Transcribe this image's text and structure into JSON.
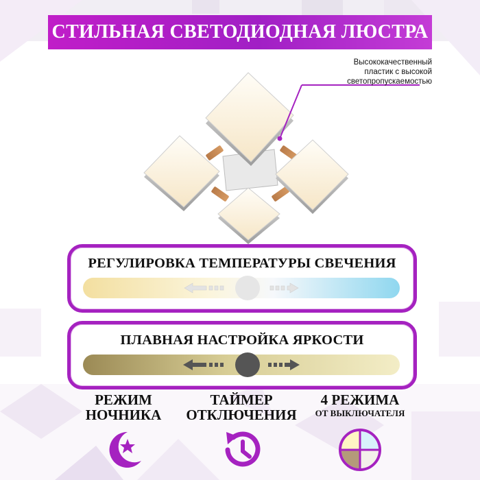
{
  "header": {
    "title": "СТИЛЬНАЯ СВЕТОДИОДНАЯ ЛЮСТРА"
  },
  "callout": {
    "lines": [
      "Высококачественный",
      "пластик с высокой",
      "светопропускаемостью"
    ]
  },
  "temperature_panel": {
    "title": "РЕГУЛИРОВКА ТЕМПЕРАТУРЫ СВЕЧЕНИЯ",
    "colors": {
      "warm": "#f3dfa0",
      "neutral": "#f6f8fb",
      "cool": "#8fd7ef"
    }
  },
  "brightness_panel": {
    "title": "ПЛАВНАЯ НАСТРОЙКА ЯРКОСТИ",
    "colors": {
      "dark": "#9b8a55",
      "light": "#f3edc6"
    }
  },
  "features": [
    {
      "line1": "РЕЖИМ",
      "line2": "НОЧНИКА",
      "icon": "moon-star-icon"
    },
    {
      "line1": "ТАЙМЕР",
      "line2": "ОТКЛЮЧЕНИЯ",
      "icon": "timer-clock-icon"
    },
    {
      "line1": "4 РЕЖИМА",
      "line2": "ОТ ВЫКЛЮЧАТЕЛЯ",
      "icon": "four-modes-icon"
    }
  ],
  "colors": {
    "accent": "#a522c0",
    "header_bg": "#c01ec8"
  }
}
